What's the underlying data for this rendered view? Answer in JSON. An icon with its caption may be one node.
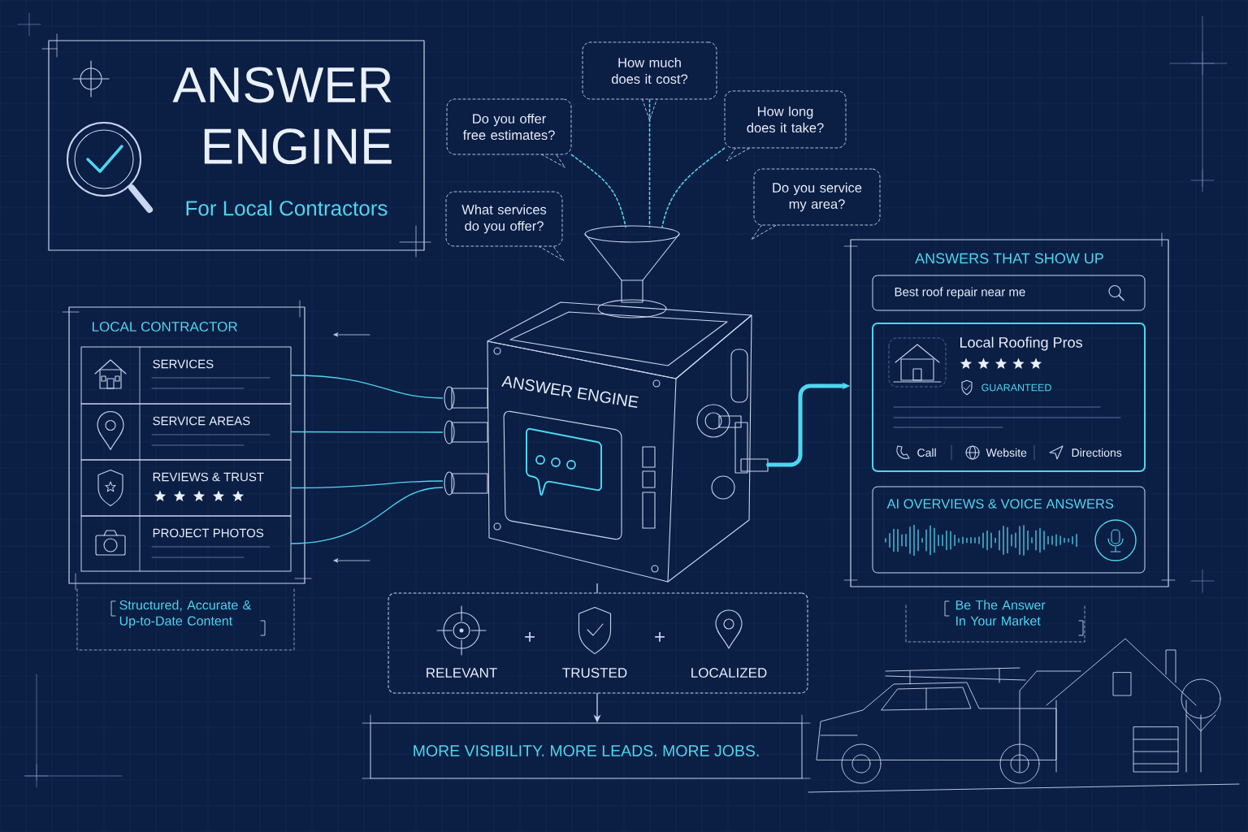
{
  "diagram": {
    "nodes": [
      {
        "text": [
          "ANSWER ENGINE",
          "For Local Contractors"
        ]
      },
      {
        "text": [
          "LOCAL CONTRACTOR"
        ]
      },
      {
        "text": [
          "SERVICES"
        ],
        "in": 1
      },
      {
        "text": [
          "SERVICE AREAS"
        ],
        "in": 1
      },
      {
        "text": [
          "REVIEWS & TRUST"
        ],
        "in": 1
      },
      {
        "text": [
          "PROJECT PHOTOS"
        ],
        "in": 1
      },
      {
        "text": [
          "How much does it cost?"
        ]
      },
      {
        "text": [
          "Do you offer free estimates?"
        ]
      },
      {
        "text": [
          "How long does it take?"
        ]
      },
      {
        "text": [
          "What services do you offer?"
        ]
      },
      {
        "text": [
          "Do you service my area?"
        ]
      },
      {
        "text": [
          "ANSWER ENGINE"
        ]
      },
      {
        "text": [
          "ANSWERS THAT SHOW UP"
        ]
      },
      {
        "text": [
          "Best roof repair near me"
        ],
        "in": 12
      },
      {
        "text": [
          "Local Roofing Pros",
          "GUARANTEED",
          "Call",
          "Website",
          "Directions"
        ],
        "in": 12
      },
      {
        "text": [
          "AI OVERVIEWS & VOICE ANSWERS"
        ],
        "in": 12
      },
      {
        "text": [],
        "shape": "box"
      },
      {
        "text": [
          "RELEVANT"
        ],
        "in": 16
      },
      {
        "text": [
          "TRUSTED"
        ],
        "in": 16
      },
      {
        "text": [
          "LOCALIZED"
        ],
        "in": 16
      },
      {
        "text": [
          "MORE VISIBILITY. MORE LEADS. MORE JOBS."
        ]
      }
    ],
    "edges": [
      {
        "from": 2,
        "to": 11,
        "arrow": "none"
      },
      {
        "from": 3,
        "to": 11,
        "arrow": "none"
      },
      {
        "from": 4,
        "to": 11,
        "arrow": "none"
      },
      {
        "from": 5,
        "to": 11,
        "arrow": "none"
      },
      {
        "from": 6,
        "to": 11,
        "arrow": "none",
        "style": "dashed"
      },
      {
        "from": 7,
        "to": 11,
        "arrow": "none",
        "style": "dashed"
      },
      {
        "from": 8,
        "to": 11,
        "arrow": "none",
        "style": "dashed"
      },
      {
        "from": 11,
        "to": 12,
        "arrow": "to",
        "style": "thick"
      },
      {
        "from": 11,
        "to": 16,
        "arrow": "none",
        "color": "#c8d6ee"
      },
      {
        "from": 16,
        "to": 20,
        "arrow": "to",
        "color": "#c8d6ee"
      }
    ],
    "labels": [
      "Structured, Accurate & Up-to-Date Content",
      "Be The Answer In Your Market",
      "+",
      "+"
    ]
  }
}
